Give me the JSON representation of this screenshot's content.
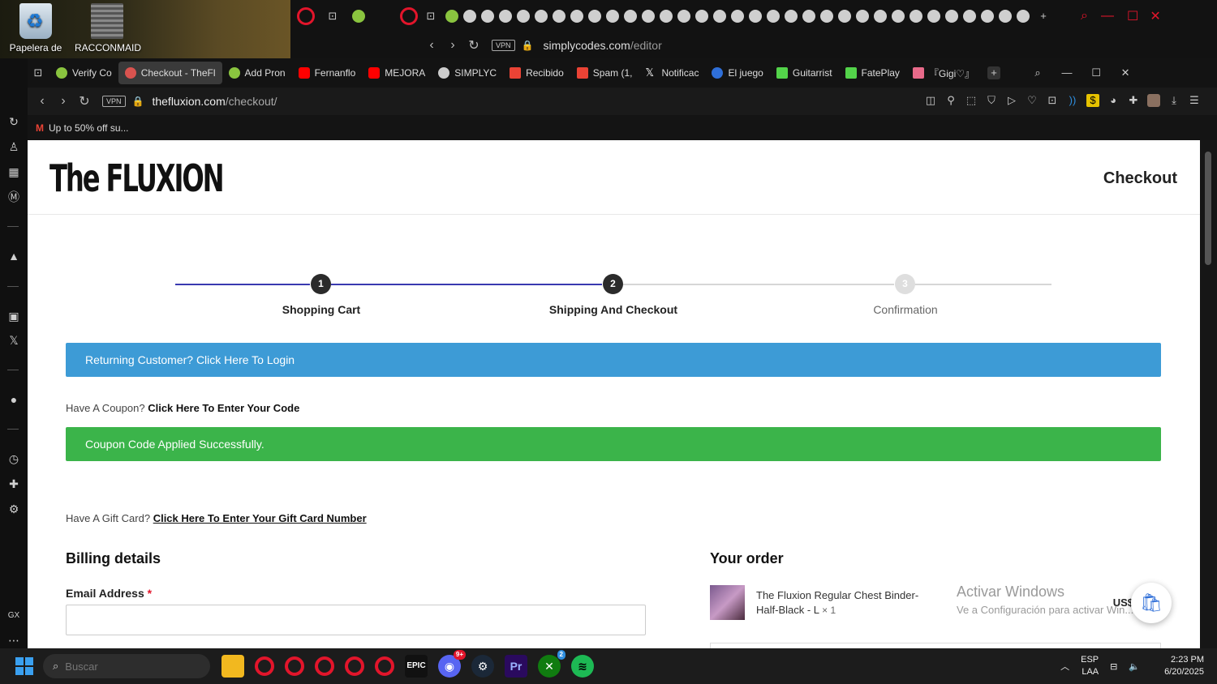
{
  "desktop": {
    "icons": [
      {
        "label": "Papelera de"
      },
      {
        "label": "RACCONMAID"
      }
    ]
  },
  "back_browser": {
    "url_host": "simplycodes.com",
    "url_path": "/editor",
    "vpn": "VPN"
  },
  "tabs": [
    {
      "label": "Verify Co",
      "color": "#8ac43f"
    },
    {
      "label": "Checkout - TheFl",
      "color": "#d9534f",
      "active": true
    },
    {
      "label": "Add Pron",
      "color": "#8ac43f"
    },
    {
      "label": "Fernanflo",
      "color": "#ff0000"
    },
    {
      "label": "MEJORA",
      "color": "#ff0000"
    },
    {
      "label": "SIMPLYC",
      "color": "#cccccc"
    },
    {
      "label": "Recibido",
      "color": "#ea4335"
    },
    {
      "label": "Spam (1,",
      "color": "#ea4335"
    },
    {
      "label": "Notificac",
      "color": "#ffffff"
    },
    {
      "label": "El juego",
      "color": "#2f6fd8"
    },
    {
      "label": "Guitarrist",
      "color": "#53d34a"
    },
    {
      "label": "FatePlay",
      "color": "#53d34a"
    },
    {
      "label": "『Gigi♡』",
      "color": "#e86a8a"
    }
  ],
  "addressbar": {
    "vpn": "VPN",
    "url_host": "thefluxion.com",
    "url_path": "/checkout/"
  },
  "bookmark": {
    "label": "Up to 50% off su..."
  },
  "page": {
    "logo": "The FLUXION",
    "header_title": "Checkout",
    "steps": [
      {
        "num": "1",
        "label": "Shopping Cart"
      },
      {
        "num": "2",
        "label": "Shipping And Checkout"
      },
      {
        "num": "3",
        "label": "Confirmation"
      }
    ],
    "returning_banner": "Returning Customer? Click Here To Login",
    "coupon_prefix": "Have A Coupon?",
    "coupon_link": "Click Here To Enter Your Code",
    "coupon_success": "Coupon Code Applied Successfully.",
    "gift_prefix": "Have A Gift Card?",
    "gift_link": "Click Here To Enter Your Gift Card Number",
    "billing_title": "Billing details",
    "email_label": "Email Address",
    "required_mark": "*",
    "order_title": "Your order",
    "product_name": "The Fluxion Regular Chest Binder-Half-Black - L",
    "product_qty": "× 1",
    "price_partial": "US$",
    "activate_title": "Activar Windows",
    "activate_sub": "Ve a Configuración para activar Win..."
  },
  "taskbar": {
    "search_placeholder": "Buscar",
    "lang_top": "ESP",
    "lang_bottom": "LAA",
    "time": "2:23 PM",
    "date": "6/20/2025",
    "discord_badge": "9+",
    "xbox_badge": "2"
  },
  "colors": {
    "accent_progress": "#3a3ab0",
    "banner_blue": "#3d9bd6",
    "banner_green": "#3bb44a",
    "opera_red": "#e2152b"
  }
}
